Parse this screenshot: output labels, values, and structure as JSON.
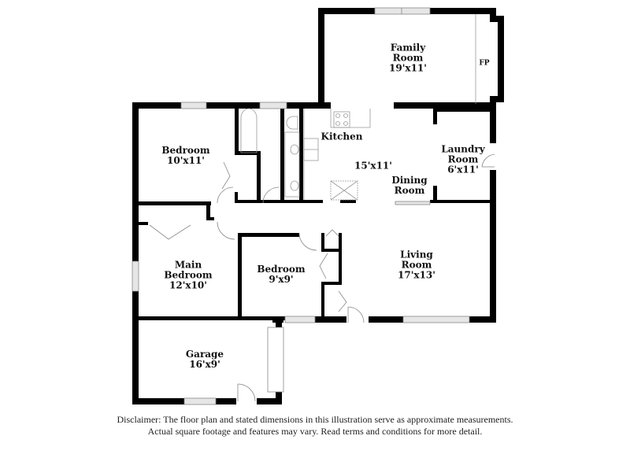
{
  "floorplan": {
    "rooms": [
      {
        "id": "family-room",
        "name": "Family Room",
        "name_lines": [
          "Family",
          "Room"
        ],
        "dimensions": "19'x11'"
      },
      {
        "id": "bedroom-1",
        "name": "Bedroom",
        "name_lines": [
          "Bedroom"
        ],
        "dimensions": "10'x11'"
      },
      {
        "id": "kitchen",
        "name": "Kitchen",
        "name_lines": [
          "Kitchen"
        ],
        "dimensions": "15'x11'"
      },
      {
        "id": "dining-room",
        "name": "Dining Room",
        "name_lines": [
          "Dining",
          "Room"
        ],
        "dimensions": ""
      },
      {
        "id": "laundry-room",
        "name": "Laundry Room",
        "name_lines": [
          "Laundry",
          "Room"
        ],
        "dimensions": "6'x11'"
      },
      {
        "id": "main-bedroom",
        "name": "Main Bedroom",
        "name_lines": [
          "Main",
          "Bedroom"
        ],
        "dimensions": "12'x10'"
      },
      {
        "id": "bedroom-2",
        "name": "Bedroom",
        "name_lines": [
          "Bedroom"
        ],
        "dimensions": "9'x9'"
      },
      {
        "id": "living-room",
        "name": "Living Room",
        "name_lines": [
          "Living",
          "Room"
        ],
        "dimensions": "17'x13'"
      },
      {
        "id": "garage",
        "name": "Garage",
        "name_lines": [
          "Garage"
        ],
        "dimensions": "16'x9'"
      }
    ],
    "fireplace_label": "FP",
    "wall_color": "#000000",
    "window_color": "#d8d8d8",
    "fixture_line_color": "#9a9a9a"
  },
  "disclaimer": {
    "line1": "Disclaimer: The floor plan and stated dimensions in this illustration serve as approximate measurements.",
    "line2": "Actual square footage and features may vary. Read terms and conditions for more detail."
  }
}
